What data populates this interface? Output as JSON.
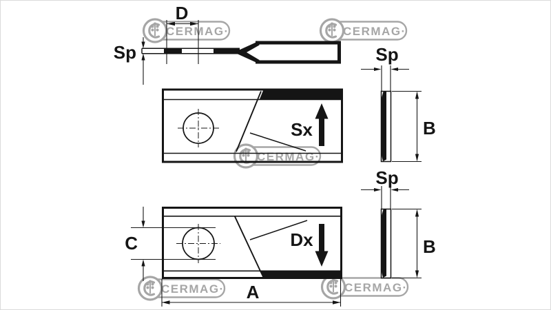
{
  "canvas": {
    "background_color": "#ffffff",
    "line_color": "#151515",
    "frame_color": "#dadada"
  },
  "watermark": {
    "text": "CERMAG·",
    "color": "#a6a6a6"
  },
  "dimension_labels": {
    "d": "D",
    "sp_profile": "Sp",
    "blade_left_direction": "Sx",
    "blade_right_direction": "Dx",
    "hole_height": "C",
    "blade_length": "A",
    "sp_edge_upper": "Sp",
    "b_edge_upper": "B",
    "sp_edge_lower": "Sp",
    "b_edge_lower": "B"
  }
}
